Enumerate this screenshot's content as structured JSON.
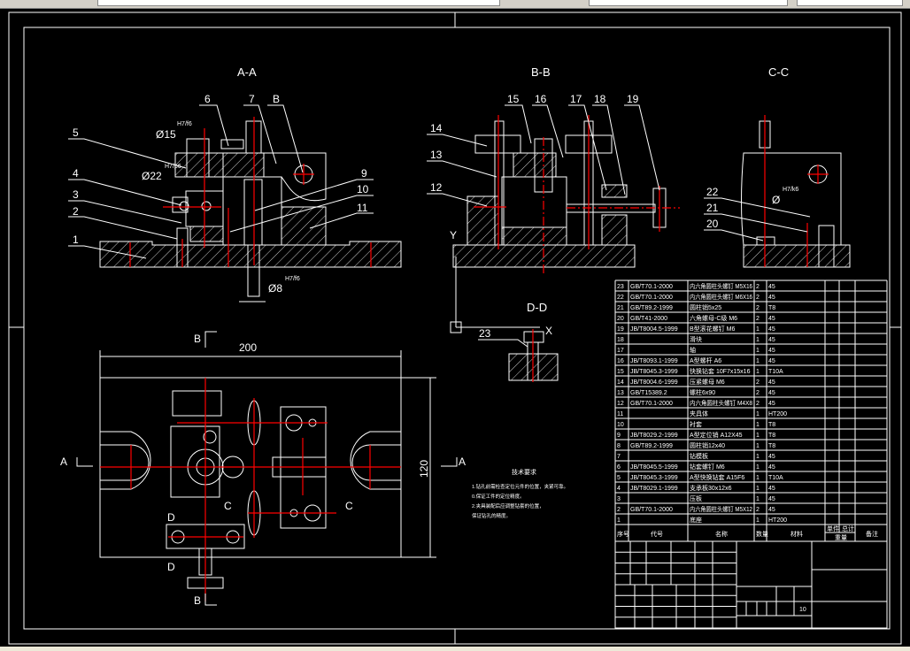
{
  "window": {
    "bg_color": "#000000",
    "line_color": "#ffffff",
    "center_line_color": "#ff0000"
  },
  "views": {
    "aa": {
      "title": "A-A",
      "labels": [
        "1",
        "2",
        "3",
        "4",
        "5",
        "6",
        "7",
        "B",
        "9",
        "10",
        "11"
      ],
      "fit1": "Ø15",
      "fit1_tol": "H7/f6",
      "fit2": "Ø22",
      "fit2_tol": "H7/p6",
      "fit3": "Ø8",
      "fit3_tol": "H7/f6"
    },
    "bb": {
      "title": "B-B",
      "labels": [
        "12",
        "13",
        "14",
        "15",
        "16",
        "17",
        "18",
        "19"
      ]
    },
    "cc": {
      "title": "C-C",
      "labels": [
        "20",
        "21",
        "22"
      ],
      "fit": "Ø",
      "fit_tol": "H7/k6"
    },
    "dd": {
      "title": "D-D",
      "label": "23"
    },
    "axes": {
      "y": "Y",
      "x": "X"
    },
    "plan": {
      "dim_width": "200",
      "dim_height": "120",
      "sec_a": "A",
      "sec_b": "B",
      "sec_c": "C",
      "sec_d": "D"
    }
  },
  "tech_requirements": {
    "title": "技术要求",
    "lines": [
      "1.钻孔前需检查定位元件的位置，夹紧可靠。",
      "0.保证工件的定位精度。",
      "2.夹具装配后应调整钻套的位置，",
      "保证钻孔的精度。"
    ]
  },
  "parts_table": {
    "headers": [
      "序号",
      "代号",
      "名称",
      "数量",
      "材料",
      "单件",
      "总计",
      "重量",
      "备注"
    ],
    "rows": [
      [
        "23",
        "GB/T70.1-2000",
        "内六角圆柱头螺钉 M5X16",
        "2",
        "45"
      ],
      [
        "22",
        "GB/T70.1-2000",
        "内六角圆柱头螺钉 M6X16",
        "2",
        "45"
      ],
      [
        "21",
        "GB/T89.2-1999",
        "圆柱销5x25",
        "2",
        "T8"
      ],
      [
        "20",
        "GB/T41-2000",
        "六角螺母-C级 M6",
        "2",
        "45"
      ],
      [
        "19",
        "JB/T8004.5-1999",
        "B型滚花螺钉 M6",
        "1",
        "45"
      ],
      [
        "18",
        "",
        "滑块",
        "1",
        "45"
      ],
      [
        "17",
        "",
        "轴",
        "1",
        "45"
      ],
      [
        "16",
        "JB/T8093.1-1999",
        "A型螺杆 A6",
        "1",
        "45"
      ],
      [
        "15",
        "JB/T8045.3-1999",
        "快换钻套 10F7x15x16",
        "1",
        "T10A"
      ],
      [
        "14",
        "JB/T8004.6-1999",
        "压紧螺母 M6",
        "2",
        "45"
      ],
      [
        "13",
        "GB/T15389.2",
        "螺柱6x90",
        "2",
        "45"
      ],
      [
        "12",
        "GB/T70.1-2000",
        "内六角圆柱头螺钉 M4X8",
        "2",
        "45"
      ],
      [
        "11",
        "",
        "夹具体",
        "1",
        "HT200"
      ],
      [
        "10",
        "",
        "衬套",
        "1",
        "T8"
      ],
      [
        "9",
        "JB/T8029.2-1999",
        "A型定位销 A12X45",
        "1",
        "T8"
      ],
      [
        "8",
        "GB/T89.2-1999",
        "圆柱销12x40",
        "1",
        "T8"
      ],
      [
        "7",
        "",
        "钻模板",
        "1",
        "45"
      ],
      [
        "6",
        "JB/T8045.5-1999",
        "钻套螺钉 M6",
        "1",
        "45"
      ],
      [
        "5",
        "JB/T8045.3-1999",
        "A型快换钻套 A15F6",
        "1",
        "T10A"
      ],
      [
        "4",
        "JB/T8029.1-1999",
        "支承板30x12x6",
        "1",
        "45"
      ],
      [
        "3",
        "",
        "压板",
        "1",
        "45"
      ],
      [
        "2",
        "GB/T70.1-2000",
        "内六角圆柱头螺钉 M5X12",
        "2",
        "45"
      ],
      [
        "1",
        "",
        "底座",
        "1",
        "HT200"
      ]
    ]
  },
  "title_block": {
    "scale": "10"
  }
}
